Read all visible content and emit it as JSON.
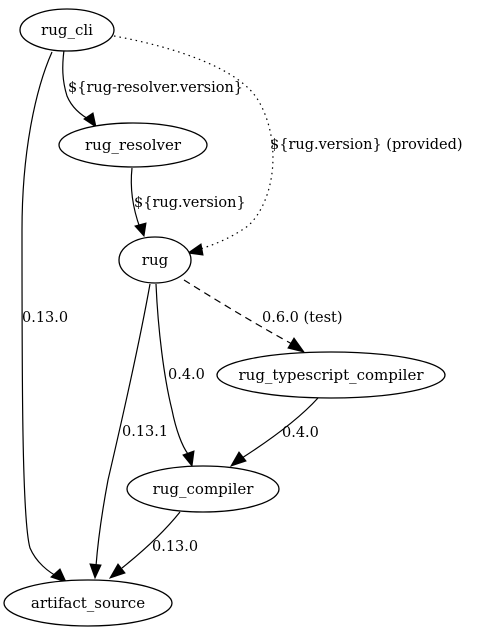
{
  "nodes": {
    "rug_cli": "rug_cli",
    "rug_resolver": "rug_resolver",
    "rug": "rug",
    "rug_typescript_compiler": "rug_typescript_compiler",
    "rug_compiler": "rug_compiler",
    "artifact_source": "artifact_source"
  },
  "edges": {
    "cli_to_resolver": {
      "from": "rug_cli",
      "to": "rug_resolver",
      "label": "${rug-resolver.version}",
      "style": "solid"
    },
    "cli_to_rug": {
      "from": "rug_cli",
      "to": "rug",
      "label": "${rug.version} (provided)",
      "style": "dotted"
    },
    "cli_to_artifact": {
      "from": "rug_cli",
      "to": "artifact_source",
      "label": "0.13.0",
      "style": "solid"
    },
    "resolver_to_rug": {
      "from": "rug_resolver",
      "to": "rug",
      "label": "${rug.version}",
      "style": "solid"
    },
    "rug_to_ts": {
      "from": "rug",
      "to": "rug_typescript_compiler",
      "label": "0.6.0 (test)",
      "style": "dashed"
    },
    "rug_to_compiler": {
      "from": "rug",
      "to": "rug_compiler",
      "label": "0.4.0",
      "style": "solid"
    },
    "rug_to_artifact": {
      "from": "rug",
      "to": "artifact_source",
      "label": "0.13.1",
      "style": "solid"
    },
    "ts_to_compiler": {
      "from": "rug_typescript_compiler",
      "to": "rug_compiler",
      "label": "0.4.0",
      "style": "solid"
    },
    "compiler_to_artifact": {
      "from": "rug_compiler",
      "to": "artifact_source",
      "label": "0.13.0",
      "style": "solid"
    }
  }
}
